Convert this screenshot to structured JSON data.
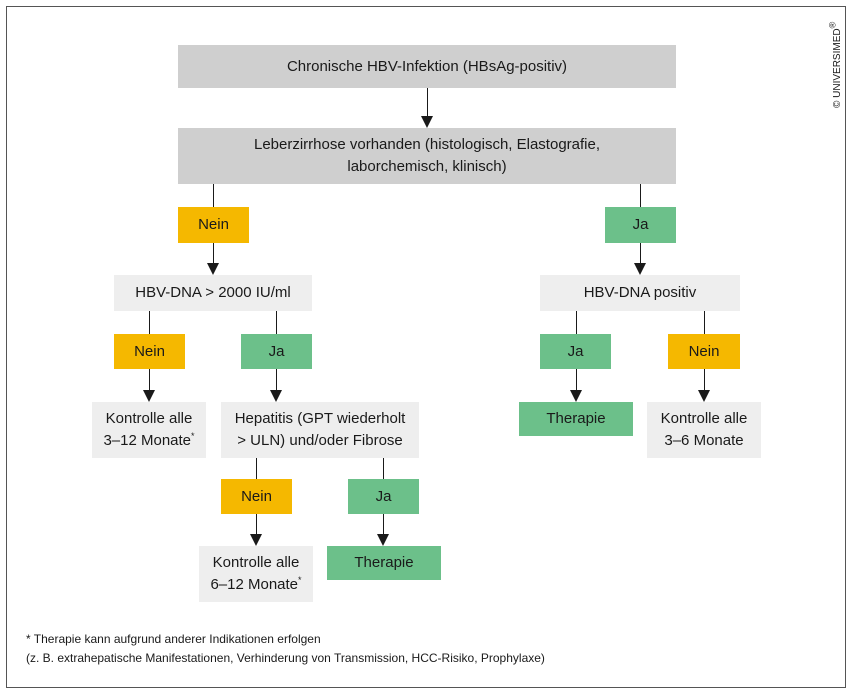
{
  "copyright": "© UNIVERSIMED",
  "copyright_mark": "®",
  "nodes": {
    "root": "Chronische HBV-Infektion (HBsAg-positiv)",
    "cirrhosis_line1": "Leberzirrhose vorhanden (histologisch, Elastografie,",
    "cirrhosis_line2": "laborchemisch, klinisch)",
    "no_1": "Nein",
    "yes_1": "Ja",
    "hbv_dna_high": "HBV-DNA > 2000 IU/ml",
    "hbv_dna_positive": "HBV-DNA positiv",
    "no_2": "Nein",
    "yes_2": "Ja",
    "yes_3": "Ja",
    "no_3": "Nein",
    "control_a_line1": "Kontrolle alle",
    "control_a_line2": "3–12 Monate",
    "hepatitis_line1": "Hepatitis (GPT wiederholt",
    "hepatitis_line2": "> ULN) und/oder Fibrose",
    "therapy_a": "Therapie",
    "control_b_line1": "Kontrolle alle",
    "control_b_line2": "3–6 Monate",
    "no_4": "Nein",
    "yes_4": "Ja",
    "control_c_line1": "Kontrolle alle",
    "control_c_line2": "6–12 Monate",
    "therapy_b": "Therapie",
    "asterisk": "*"
  },
  "footnote": {
    "line1": "* Therapie kann aufgrund anderer Indikationen erfolgen",
    "line2": "(z. B. extrahepatische Manifestationen, Verhinderung von Transmission, HCC-Risiko, Prophylaxe)"
  },
  "colors": {
    "grey": "#cfcfcf",
    "light": "#eeeeee",
    "yellow": "#f5b800",
    "green": "#6cc08a"
  }
}
